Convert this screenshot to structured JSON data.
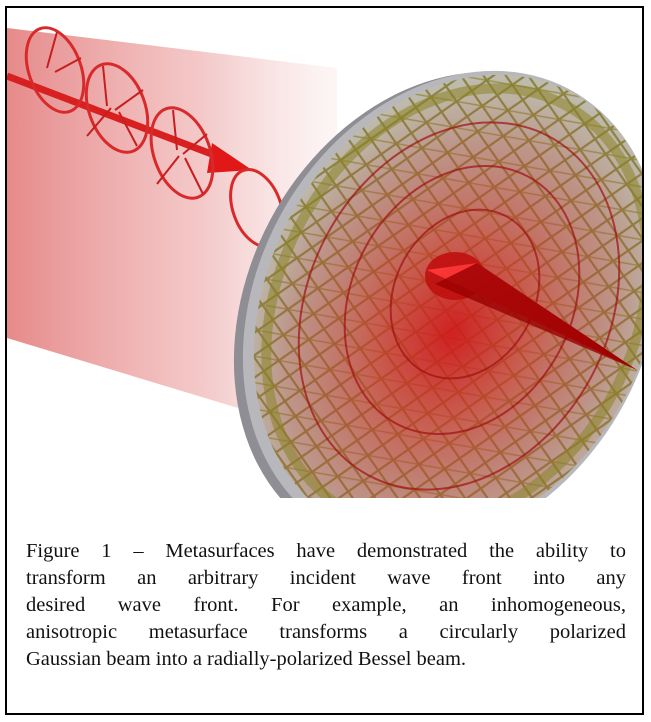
{
  "figure": {
    "caption_lines": [
      "Figure 1 – Metasurfaces have demonstrated the ability to",
      "transform an arbitrary incident wave front into any",
      "desired wave front. For example, an inhomogeneous,",
      "anisotropic metasurface transforms a circularly polarized",
      "Gaussian beam into a radially-polarized Bessel beam."
    ],
    "colors": {
      "beam": "#d23030",
      "beam_glow": "#e88a8a",
      "metasurface_rim": "#a0a0a8",
      "metasurface_pattern": "#8a8424",
      "arrow": "#e01818"
    }
  }
}
